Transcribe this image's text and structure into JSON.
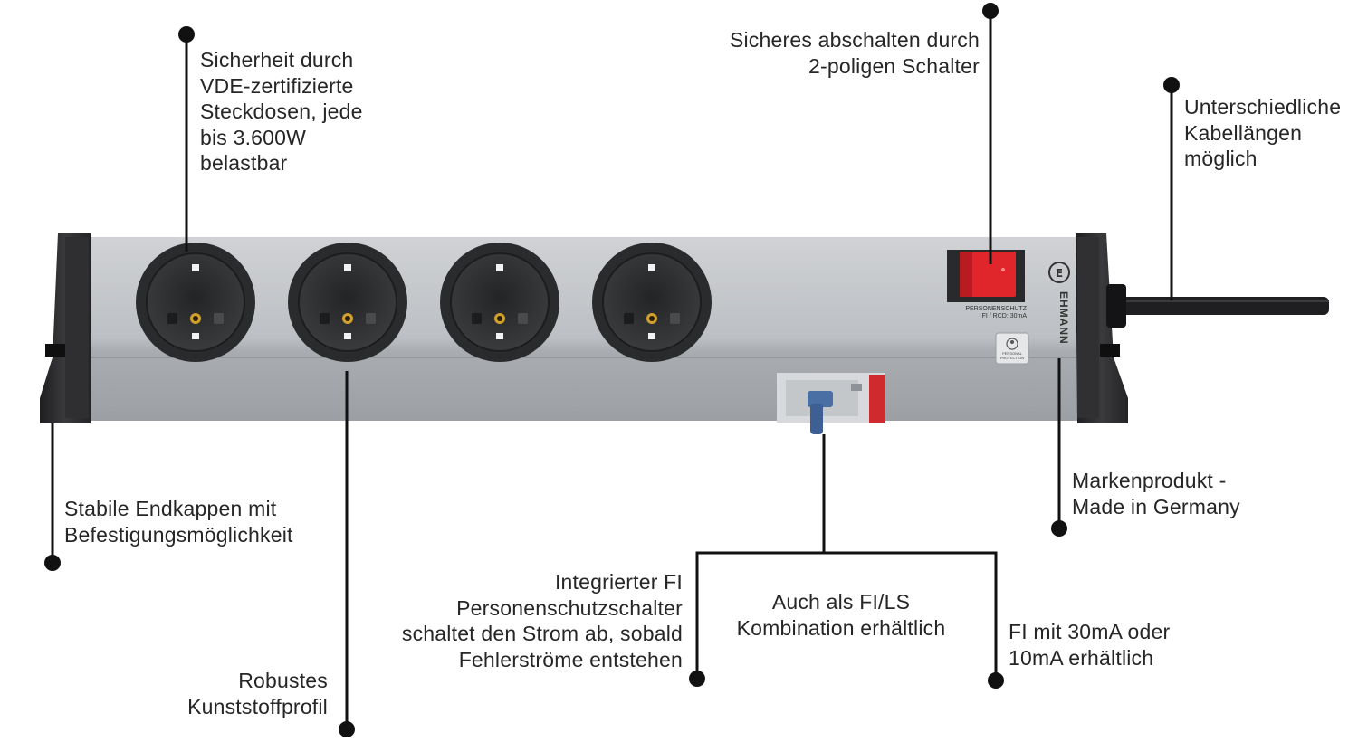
{
  "callouts": {
    "sockets": "Sicherheit durch\nVDE-zertifizierte\nSteckdosen, jede\nbis 3.600W\nbelastbar",
    "switch": "Sicheres abschalten durch\n2-poligen Schalter",
    "cable": "Unterschiedliche\nKabellängen\nmöglich",
    "endcaps": "Stabile Endkappen mit\nBefestigungsmöglichkeit",
    "brand_product": "Markenprodukt -\nMade in Germany",
    "fi_integrated": "Integrierter FI\nPersonenschutzschalter\nschaltet den Strom ab, sobald\nFehlerströme entstehen",
    "fi_ls": "Auch als FI/LS\nKombination erhältlich",
    "fi_current": "FI mit 30mA oder\n10mA erhältlich",
    "profile": "Robustes\nKunststoffprofil"
  },
  "product": {
    "brand_name": "EHMANN",
    "switch_label": "PERSONENSCHUTZ\nFI / RCD: 30mA",
    "badge_text": "PERSONAL\nPROTECTION",
    "socket_count": 4,
    "colors": {
      "housing": "#b9bcc0",
      "endcap": "#2b2b2d",
      "switch": "#e0262b",
      "cable": "#1f1f21",
      "socket": "#2e2f31"
    }
  }
}
